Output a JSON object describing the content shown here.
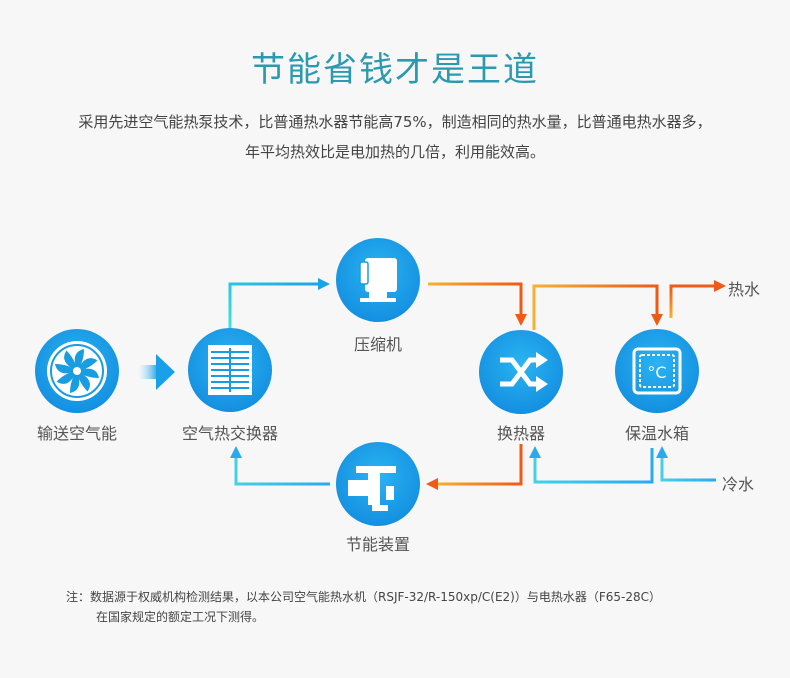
{
  "header": {
    "title": "节能省钱才是王道",
    "desc_line1": "采用先进空气能热泵技术，比普通热水器节能高75%，制造相同的热水量，比普通电热水器多，",
    "desc_line2": "年平均热效比是电加热的几倍，利用能效高。"
  },
  "nodes": {
    "fan": {
      "label": "输送空气能",
      "icon": "fan-icon"
    },
    "exchanger": {
      "label": "空气热交换器",
      "icon": "grille-icon"
    },
    "compressor": {
      "label": "压缩机",
      "icon": "compressor-icon"
    },
    "heat_exchanger": {
      "label": "换热器",
      "icon": "shuffle-icon"
    },
    "tank": {
      "label": "保温水箱",
      "icon": "thermometer-celsius-icon",
      "symbol": "°C"
    },
    "saver": {
      "label": "节能装置",
      "icon": "valve-icon"
    }
  },
  "outputs": {
    "hot_water": "热水",
    "cold_water": "冷水"
  },
  "footnote": {
    "line1": "注：数据源于权威机构检测结果，以本公司空气能热水机（RSJF-32/R-150xp/C(E2)）与电热水器（F65-28C）",
    "line2": "在国家规定的额定工况下测得。"
  },
  "colors": {
    "title": "#2b9ab0",
    "icon_blue": "#1a9de0",
    "hot_arrow": "#f07020",
    "cold_arrow": "#2bb0e8",
    "cyan_arrow": "#36d8e0"
  }
}
